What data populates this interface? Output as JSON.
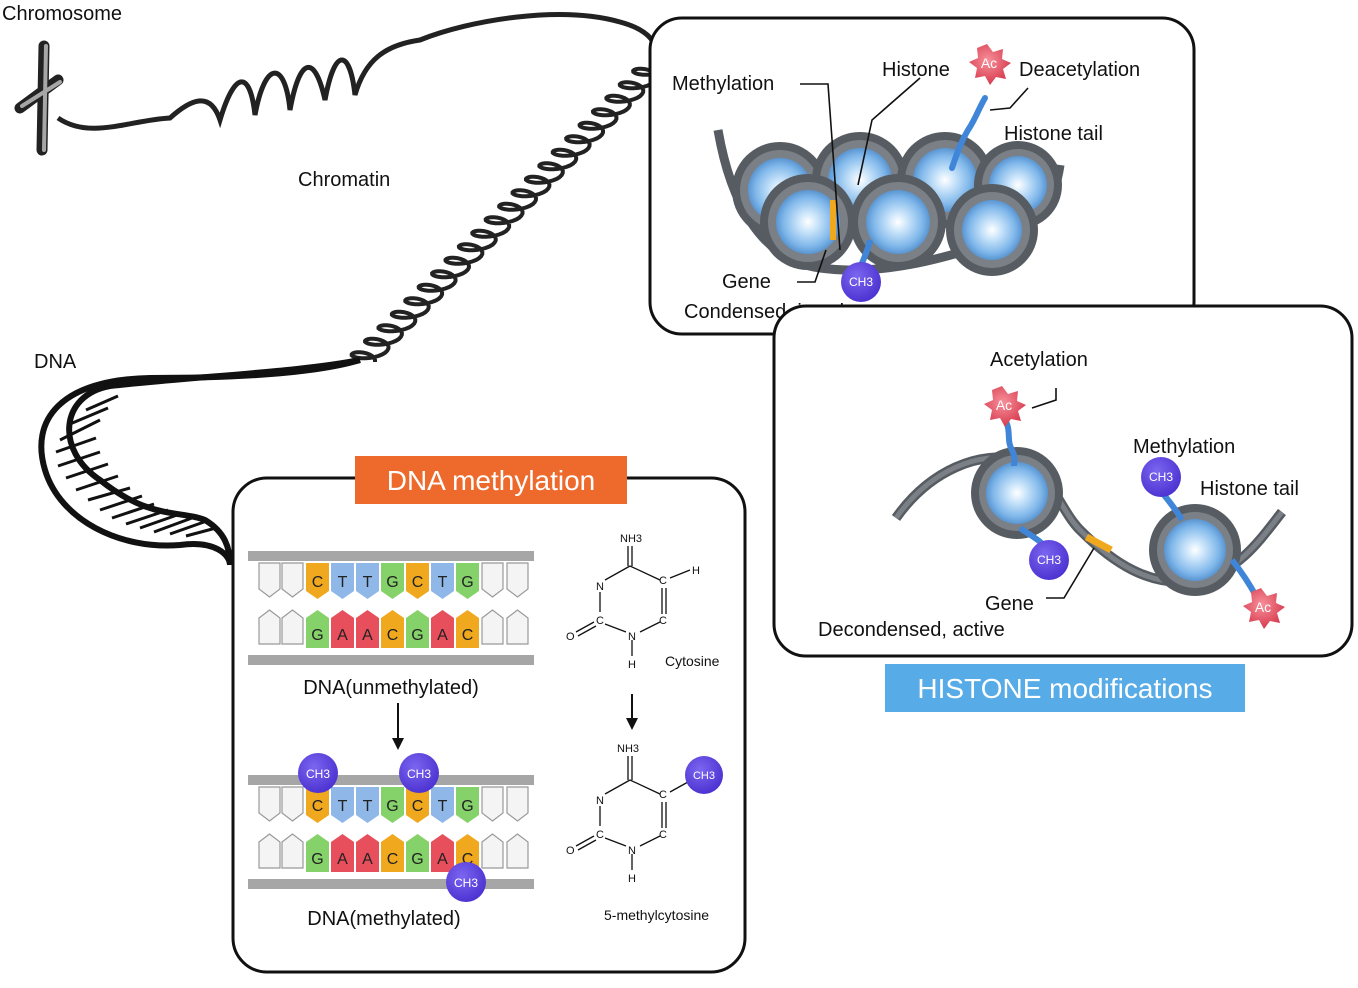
{
  "colors": {
    "dna_methylation_banner": "#ee6a2c",
    "histone_banner": "#57abe6",
    "ch3": "#5a3ddb",
    "acetyl": "#e0465a",
    "base_C": "#f0a81e",
    "base_T": "#8fb8e8",
    "base_G": "#86d26a",
    "base_A": "#e84f5c",
    "histone_core": "#8cc4f2",
    "dna_strand": "#555b60"
  },
  "labels": {
    "chromosome": "Chromosome",
    "chromatin": "Chromatin",
    "dna": "DNA"
  },
  "condensed_panel": {
    "methylation": "Methylation",
    "histone": "Histone",
    "deacetylation": "Deacetylation",
    "histone_tail": "Histone tail",
    "gene": "Gene",
    "state": "Condensed, inactive",
    "ch3": "CH3",
    "ac": "Ac"
  },
  "decondensed_panel": {
    "acetylation": "Acetylation",
    "methylation": "Methylation",
    "histone_tail": "Histone tail",
    "gene": "Gene",
    "state": "Decondensed, active",
    "ch3": "CH3",
    "ac": "Ac",
    "title": "HISTONE modifications"
  },
  "dna_methylation_panel": {
    "title": "DNA methylation",
    "top_strand": [
      "C",
      "T",
      "T",
      "G",
      "C",
      "T",
      "G"
    ],
    "bottom_strand": [
      "G",
      "A",
      "A",
      "C",
      "G",
      "A",
      "C"
    ],
    "unmethylated_label": "DNA(unmethylated)",
    "methylated_label": "DNA(methylated)",
    "ch3": "CH3",
    "cytosine": {
      "name": "Cytosine",
      "nh": "NH3",
      "n1": "N",
      "n2": "N",
      "c1": "C",
      "c2": "C",
      "c3": "C",
      "c4": "C",
      "h1": "H",
      "h2": "H",
      "o": "O"
    },
    "methylcytosine": {
      "name": "5-methylcytosine",
      "nh": "NH3",
      "n1": "N",
      "n2": "N",
      "c1": "C",
      "c2": "C",
      "c3": "C",
      "c4": "C",
      "h": "H",
      "o": "O",
      "ch3": "CH3"
    }
  }
}
